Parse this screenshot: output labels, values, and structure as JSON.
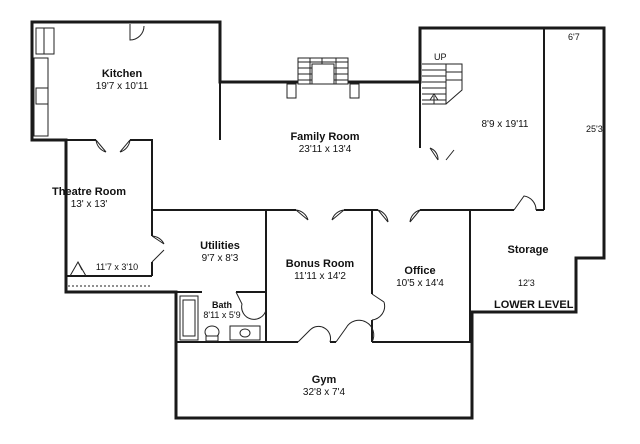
{
  "plan": {
    "title": "LOWER LEVEL",
    "rooms": {
      "kitchen": {
        "name": "Kitchen",
        "dims": "19'7 x 10'11"
      },
      "family_room": {
        "name": "Family Room",
        "dims": "23'11 x 13'4"
      },
      "theatre_room": {
        "name": "Theatre Room",
        "dims": "13' x 13'"
      },
      "utilities": {
        "name": "Utilities",
        "dims": "9'7 x 8'3"
      },
      "bonus_room": {
        "name": "Bonus Room",
        "dims": "11'11 x 14'2"
      },
      "office": {
        "name": "Office",
        "dims": "10'5 x 14'4"
      },
      "bath": {
        "name": "Bath",
        "dims": "8'11 x 5'9"
      },
      "gym": {
        "name": "Gym",
        "dims": "32'8 x 7'4"
      },
      "storage": {
        "name": "Storage"
      },
      "stair_area": {
        "dims": "8'9 x 19'11"
      },
      "closet": {
        "dims": "11'7 x 3'10"
      }
    },
    "stairs_label": "UP",
    "measurements": {
      "top_right": "6'7",
      "right_side": "25'3",
      "storage_bottom": "12'3"
    }
  }
}
